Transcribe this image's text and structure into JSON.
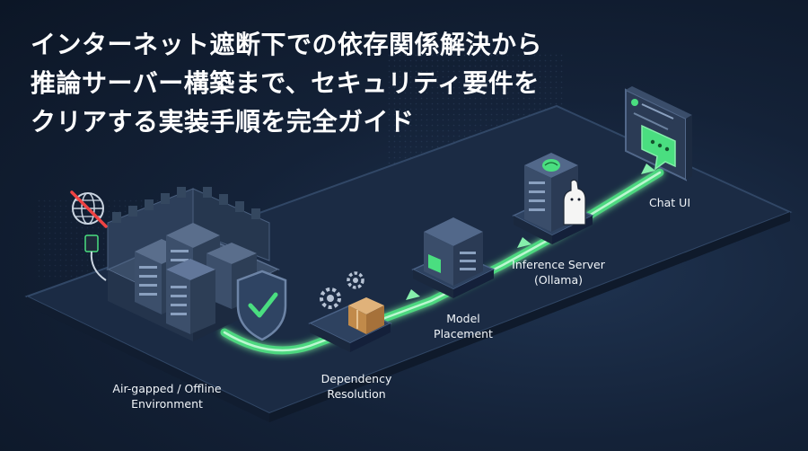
{
  "headline": {
    "line1": "インターネット遮断下での依存関係解決から",
    "line2": "推論サーバー構築まで、セキュリティ要件を",
    "line3": "クリアする実装手順を完全ガイド"
  },
  "stages": [
    {
      "line1": "Air-gapped / Offline",
      "line2": "Environment",
      "icon": "fortress-server-icon"
    },
    {
      "line1": "Dependency",
      "line2": "Resolution",
      "icon": "package-gears-icon"
    },
    {
      "line1": "Model",
      "line2": "Placement",
      "icon": "model-cube-icon"
    },
    {
      "line1": "Inference Server",
      "line2": "(Ollama)",
      "icon": "llama-server-icon"
    },
    {
      "line1": "Chat UI",
      "line2": "",
      "icon": "chat-window-icon"
    }
  ],
  "colors": {
    "background": "#142238",
    "accent_green": "#4ade80",
    "platform": "#2a3b55",
    "text": "#ffffff"
  },
  "icons": [
    "no-internet-globe-icon",
    "ethernet-plug-icon",
    "shield-check-icon",
    "gear-icon",
    "brain-icon",
    "llama-icon",
    "chat-bubble-icon"
  ]
}
